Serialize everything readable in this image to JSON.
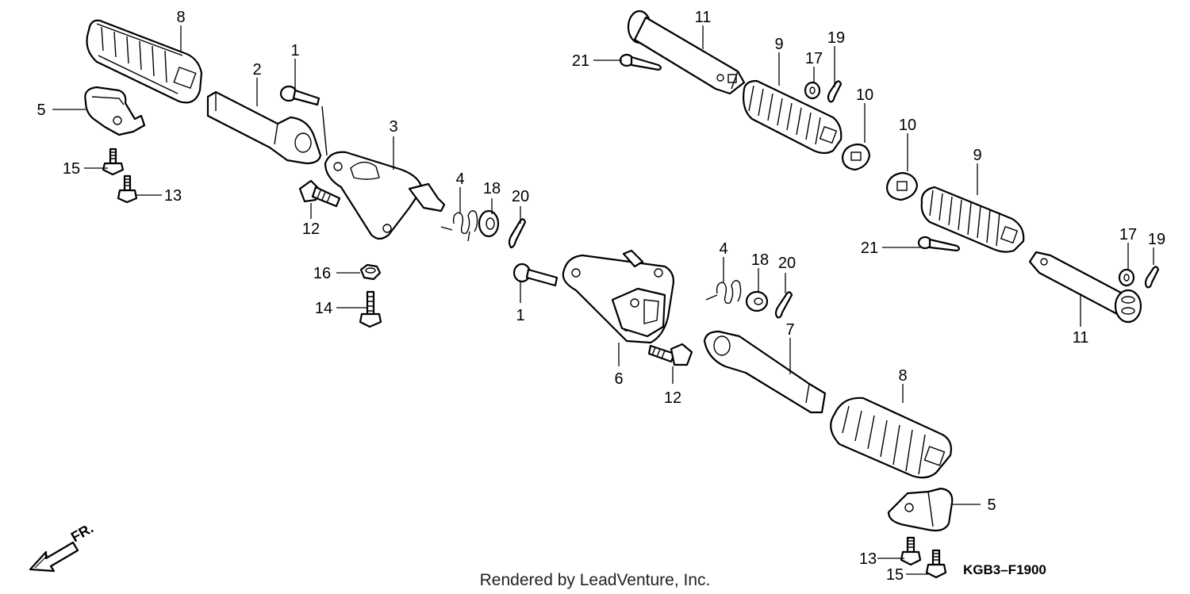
{
  "callouts": [
    {
      "id": "c8a",
      "text": "8"
    },
    {
      "id": "c5a",
      "text": "5"
    },
    {
      "id": "c15a",
      "text": "15"
    },
    {
      "id": "c13a",
      "text": "13"
    },
    {
      "id": "c2",
      "text": "2"
    },
    {
      "id": "c1a",
      "text": "1"
    },
    {
      "id": "c3",
      "text": "3"
    },
    {
      "id": "c12a",
      "text": "12"
    },
    {
      "id": "c4a",
      "text": "4"
    },
    {
      "id": "c18a",
      "text": "18"
    },
    {
      "id": "c20a",
      "text": "20"
    },
    {
      "id": "c16",
      "text": "16"
    },
    {
      "id": "c14",
      "text": "14"
    },
    {
      "id": "c1b",
      "text": "1"
    },
    {
      "id": "c6",
      "text": "6"
    },
    {
      "id": "c12b",
      "text": "12"
    },
    {
      "id": "c4b",
      "text": "4"
    },
    {
      "id": "c18b",
      "text": "18"
    },
    {
      "id": "c20b",
      "text": "20"
    },
    {
      "id": "c7",
      "text": "7"
    },
    {
      "id": "c8b",
      "text": "8"
    },
    {
      "id": "c5b",
      "text": "5"
    },
    {
      "id": "c13b",
      "text": "13"
    },
    {
      "id": "c15b",
      "text": "15"
    },
    {
      "id": "c11a",
      "text": "11"
    },
    {
      "id": "c21a",
      "text": "21"
    },
    {
      "id": "c9a",
      "text": "9"
    },
    {
      "id": "c17a",
      "text": "17"
    },
    {
      "id": "c19a",
      "text": "19"
    },
    {
      "id": "c10a",
      "text": "10"
    },
    {
      "id": "c10b",
      "text": "10"
    },
    {
      "id": "c9b",
      "text": "9"
    },
    {
      "id": "c21b",
      "text": "21"
    },
    {
      "id": "c17b",
      "text": "17"
    },
    {
      "id": "c19b",
      "text": "19"
    },
    {
      "id": "c11b",
      "text": "11"
    }
  ],
  "diagram_code": "KGB3–F1900",
  "credit": "Rendered by LeadVenture, Inc.",
  "direction_label": "FR."
}
